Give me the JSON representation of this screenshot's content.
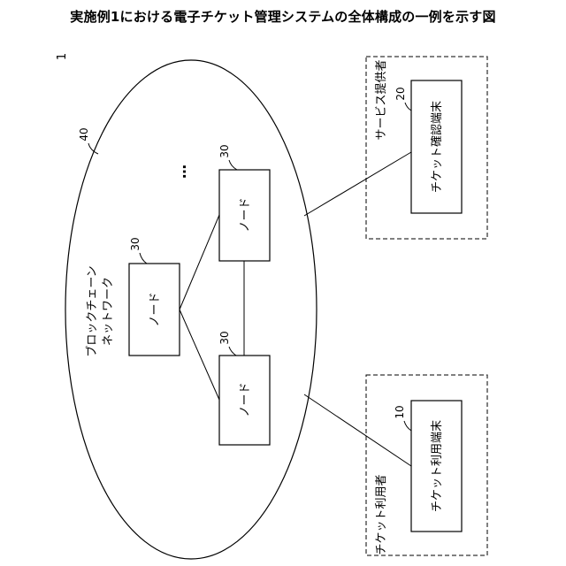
{
  "title": "実施例1における電子チケット管理システムの全体構成の一例を示す図",
  "labels": {
    "system_ref": "1",
    "network_ref": "40",
    "network_label_line1": "ブロックチェーン",
    "network_label_line2": "ネットワーク",
    "ellipsis": "…",
    "node_ref": "30",
    "node_label": "ノード",
    "provider_group": "サービス提供者",
    "confirm_ref": "20",
    "confirm_terminal": "チケット確認端末",
    "user_group": "チケット利用者",
    "use_ref": "10",
    "use_terminal": "チケット利用端末"
  }
}
